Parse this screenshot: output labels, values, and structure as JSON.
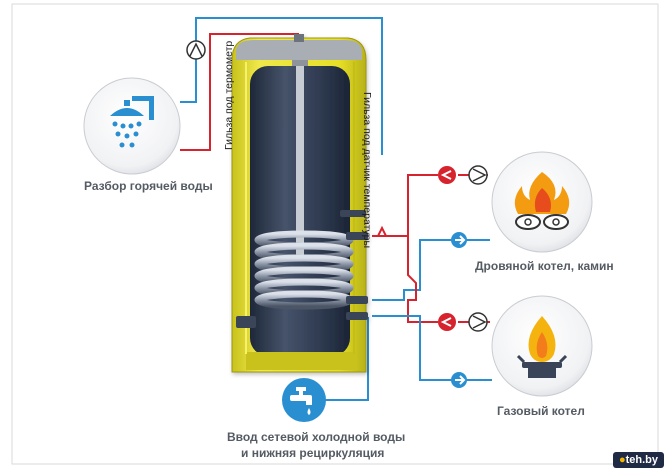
{
  "labels": {
    "hot_water": "Разбор горячей воды",
    "wood_boiler": "Дровяной котел, камин",
    "gas_boiler": "Газовый котел",
    "cold_inlet_line1": "Ввод  сетевой холодной воды",
    "cold_inlet_line2": "и нижняя рециркуляция",
    "thermometer_sleeve": "Гильза под термометр",
    "sensor_sleeve": "Гильза под датчик температуры"
  },
  "brand": {
    "text_main": "teh.by",
    "dot": "●"
  },
  "colors": {
    "hot_pipe": "#d7232e",
    "cold_pipe": "#2a8fd1",
    "tank_shell": "#e9e227",
    "tank_inner": "#2e3a4f",
    "flame": "#f39c12",
    "icon_blue": "#2a8fd1"
  },
  "icons": [
    "shower-icon",
    "fire-wood-icon",
    "gas-flame-icon",
    "faucet-icon",
    "pump-icon",
    "flow-arrow-icon"
  ]
}
